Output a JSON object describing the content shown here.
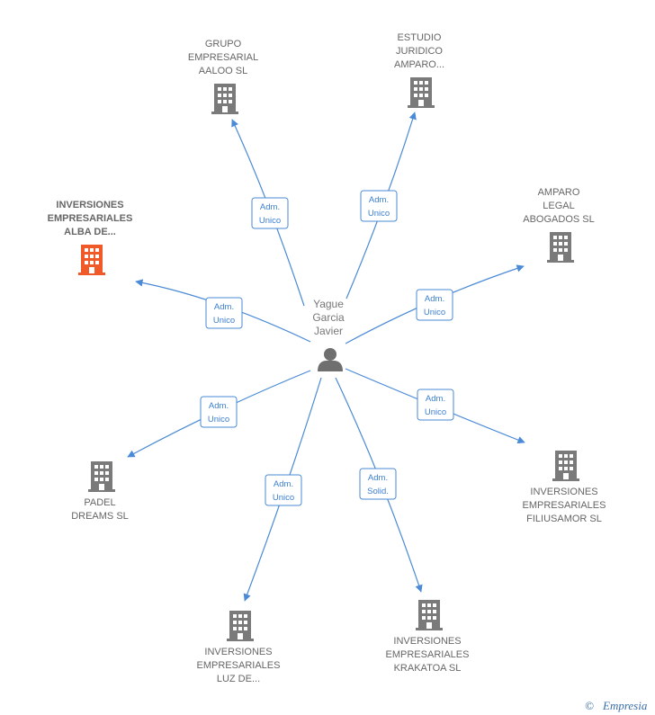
{
  "center": {
    "name_lines": [
      "Yague",
      "Garcia",
      "Javier"
    ],
    "icon": "person-icon"
  },
  "nodes": [
    {
      "id": "grupo-empresarial-aaloo",
      "lines": [
        "GRUPO",
        "EMPRESARIAL",
        "AALOO  SL"
      ],
      "icon": "building-icon",
      "highlight": false,
      "relation": "Adm. Unico"
    },
    {
      "id": "estudio-juridico-amparo",
      "lines": [
        "ESTUDIO",
        "JURIDICO",
        "AMPARO..."
      ],
      "icon": "building-icon",
      "highlight": false,
      "relation": "Adm. Unico"
    },
    {
      "id": "inversiones-empresariales-alba",
      "lines": [
        "INVERSIONES",
        "EMPRESARIALES",
        "ALBA DE..."
      ],
      "icon": "building-icon",
      "highlight": true,
      "relation": "Adm. Unico"
    },
    {
      "id": "amparo-legal-abogados",
      "lines": [
        "AMPARO",
        "LEGAL",
        "ABOGADOS  SL"
      ],
      "icon": "building-icon",
      "highlight": false,
      "relation": "Adm. Unico"
    },
    {
      "id": "padel-dreams",
      "lines": [
        "PADEL",
        "DREAMS SL"
      ],
      "icon": "building-icon",
      "highlight": false,
      "relation": "Adm. Unico"
    },
    {
      "id": "inversiones-empresariales-filiusamor",
      "lines": [
        "INVERSIONES",
        "EMPRESARIALES",
        "FILIUSAMOR  SL"
      ],
      "icon": "building-icon",
      "highlight": false,
      "relation": "Adm. Unico"
    },
    {
      "id": "inversiones-empresariales-luz",
      "lines": [
        "INVERSIONES",
        "EMPRESARIALES",
        "LUZ DE..."
      ],
      "icon": "building-icon",
      "highlight": false,
      "relation": "Adm. Unico"
    },
    {
      "id": "inversiones-empresariales-krakatoa",
      "lines": [
        "INVERSIONES",
        "EMPRESARIALES",
        "KRAKATOA  SL"
      ],
      "icon": "building-icon",
      "highlight": false,
      "relation": "Adm. Solid."
    }
  ],
  "colors": {
    "edge": "#4a8ad6",
    "building": "#7a7a7a",
    "building_highlight": "#f05a28",
    "person": "#6f6f6f",
    "label": "#666666"
  },
  "watermark": {
    "copyright": "©",
    "brand": "Empresia"
  }
}
